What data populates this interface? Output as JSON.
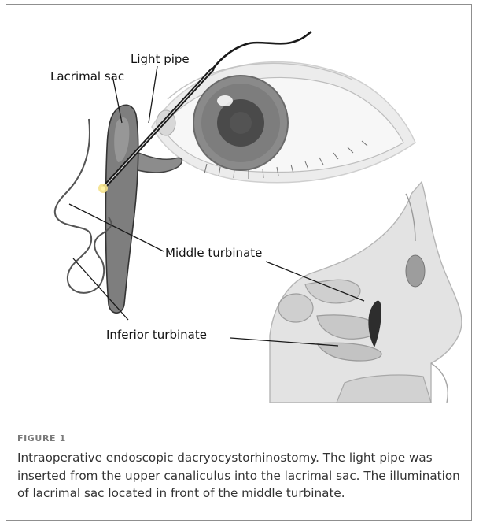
{
  "figure": {
    "labels": {
      "light_pipe": "Light pipe",
      "lacrimal_sac": "Lacrimal sac",
      "middle_turbinate": "Middle turbinate",
      "inferior_turbinate": "Inferior turbinate"
    },
    "figure_label": "FIGURE 1",
    "caption": "Intraoperative endoscopic dacryocystorhinostomy. The light pipe was inserted from the upper canaliculus into the lacrimal sac. The illumination of lacrimal sac located in front of the middle turbinate."
  }
}
